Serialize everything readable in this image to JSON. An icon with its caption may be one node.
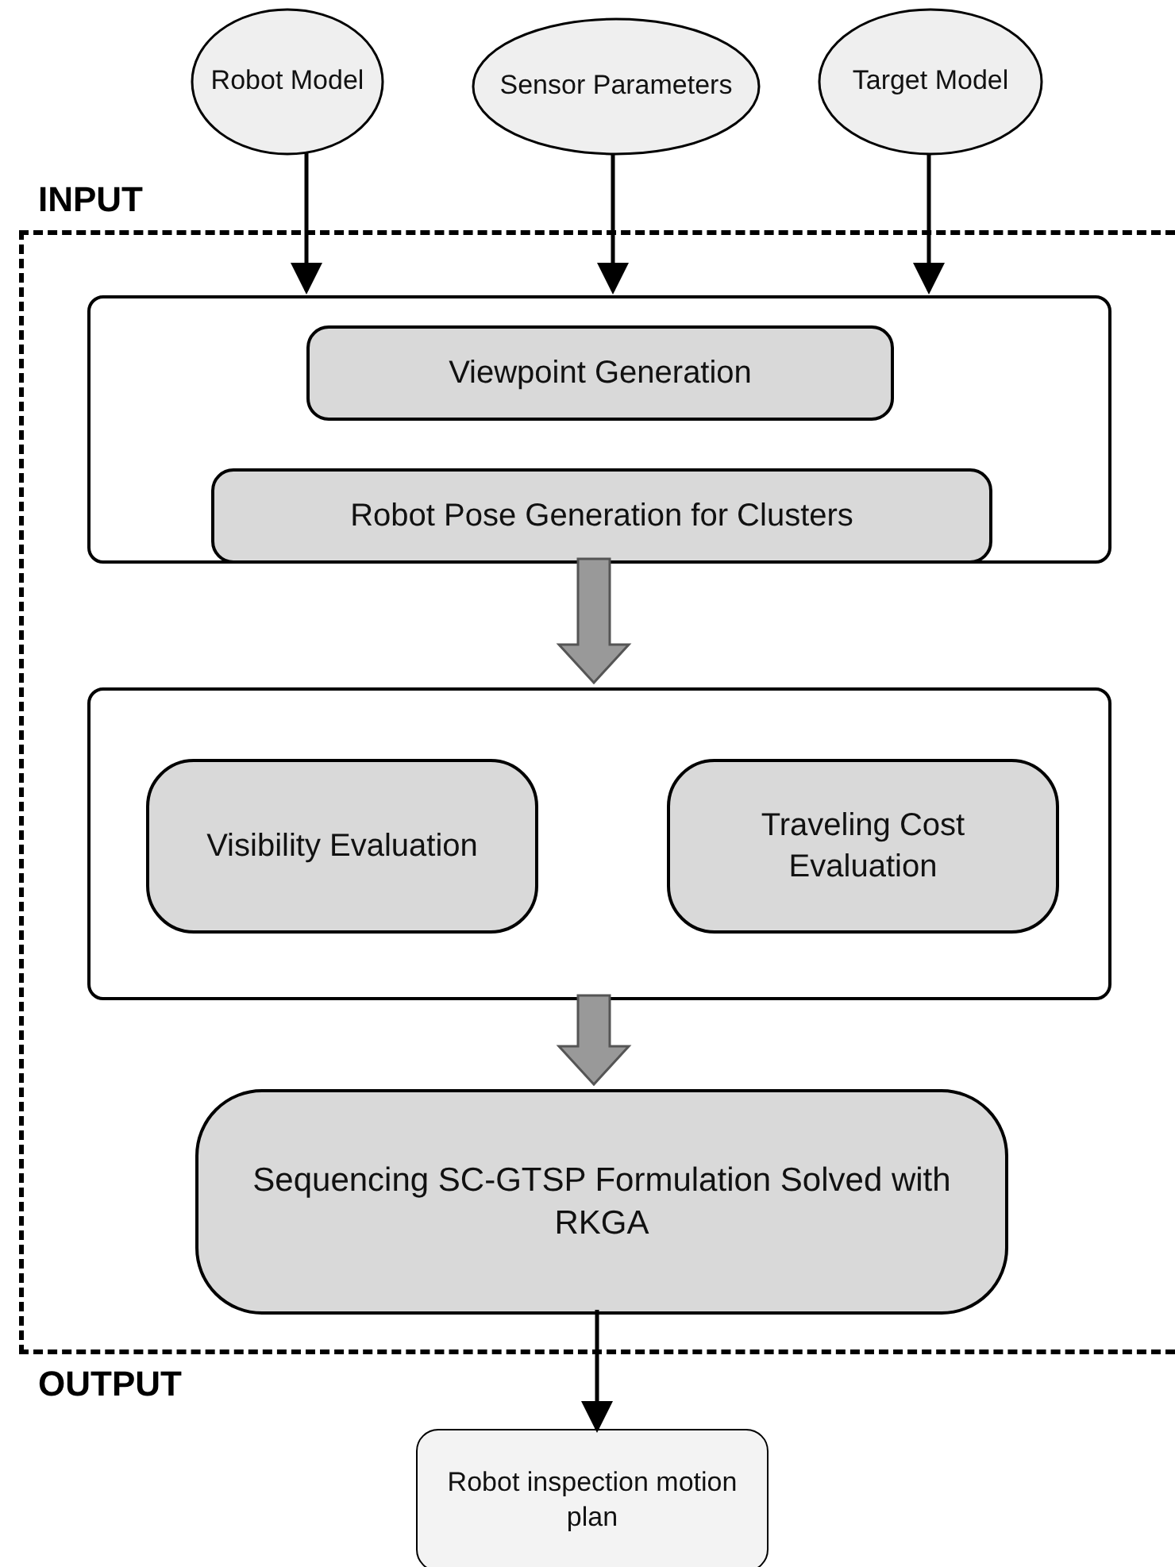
{
  "diagram": {
    "nodes": [
      {
        "text": [
          "Robot Model"
        ]
      },
      {
        "text": [
          "Sensor Parameters"
        ]
      },
      {
        "text": [
          "Target Model"
        ]
      },
      {
        "text": [],
        "shape": "box"
      },
      {
        "text": [],
        "shape": "box",
        "in": 3
      },
      {
        "text": [
          "Viewpoint Generation"
        ],
        "in": 4
      },
      {
        "text": [
          "Robot Pose Generation for Clusters"
        ],
        "in": 4
      },
      {
        "text": [],
        "shape": "box",
        "in": 3
      },
      {
        "text": [
          "Visibility Evaluation"
        ],
        "in": 7
      },
      {
        "text": [
          "Traveling Cost Evaluation"
        ],
        "in": 7
      },
      {
        "text": [
          "Sequencing SC-GTSP Formulation Solved with RKGA"
        ],
        "in": 3
      },
      {
        "text": [
          "Robot inspection motion plan"
        ]
      }
    ],
    "edges": [
      {
        "from": 0,
        "to": 4,
        "arrow": "to"
      },
      {
        "from": 1,
        "to": 4,
        "arrow": "to"
      },
      {
        "from": 2,
        "to": 4,
        "arrow": "to"
      },
      {
        "from": 4,
        "to": 7,
        "arrow": "to",
        "style": "thick",
        "color": "#999999"
      },
      {
        "from": 7,
        "to": 10,
        "arrow": "to",
        "style": "thick",
        "color": "#999999"
      },
      {
        "from": 10,
        "to": 11,
        "arrow": "to"
      }
    ],
    "labels": [
      "INPUT",
      "OUTPUT"
    ]
  }
}
